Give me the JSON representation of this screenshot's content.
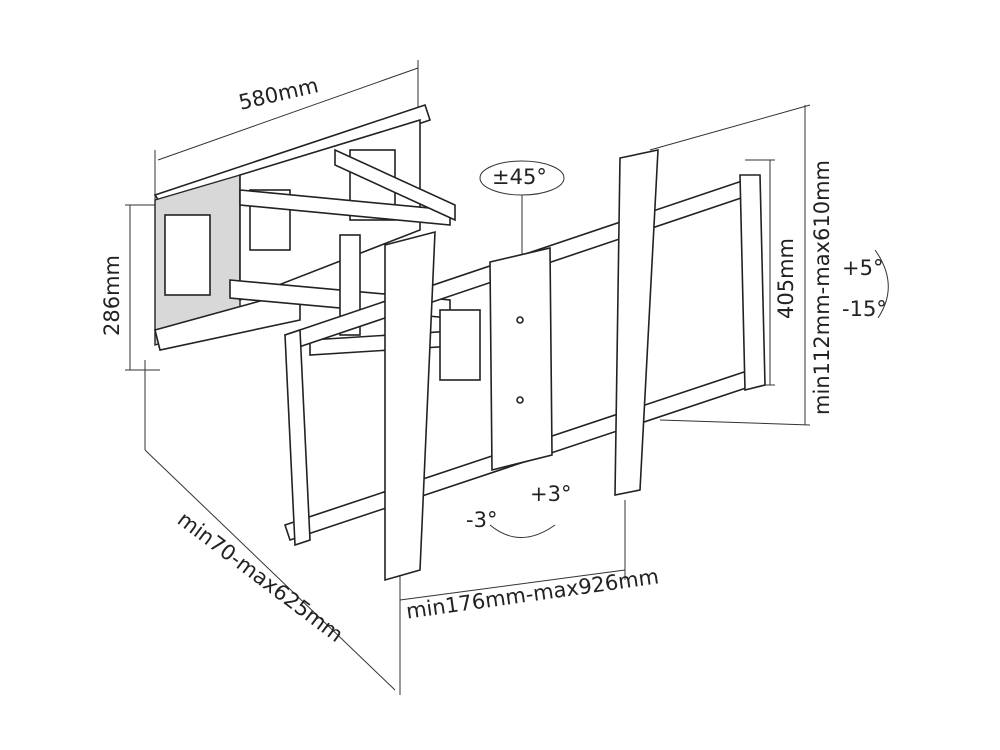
{
  "labels": {
    "width": "580mm",
    "height": "286mm",
    "swivel": "±45°",
    "vesa_height": "405mm",
    "vertical_range": "min112mm-max610mm",
    "tilt_up": "+5°",
    "tilt_down": "-15°",
    "rotate_minus": "-3°",
    "rotate_plus": "+3°",
    "horizontal_range": "min176mm-max926mm",
    "extension": "min70-max625mm"
  }
}
